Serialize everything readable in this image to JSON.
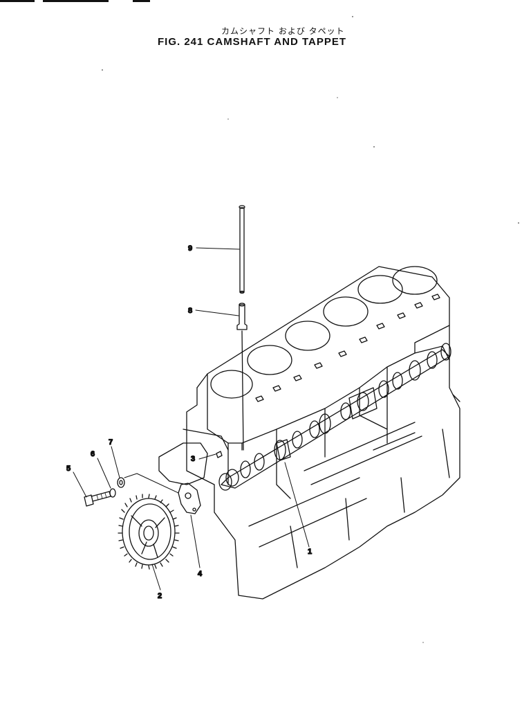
{
  "header": {
    "title_jp": "カムシャフト および タペット",
    "title_en": "FIG. 241  CAMSHAFT AND TAPPET"
  },
  "callouts": {
    "c1": "1",
    "c2": "2",
    "c3": "3",
    "c4": "4",
    "c5": "5",
    "c6": "6",
    "c7": "7",
    "c8": "8",
    "c9": "9"
  },
  "colors": {
    "ink": "#111111",
    "paper": "#ffffff"
  }
}
